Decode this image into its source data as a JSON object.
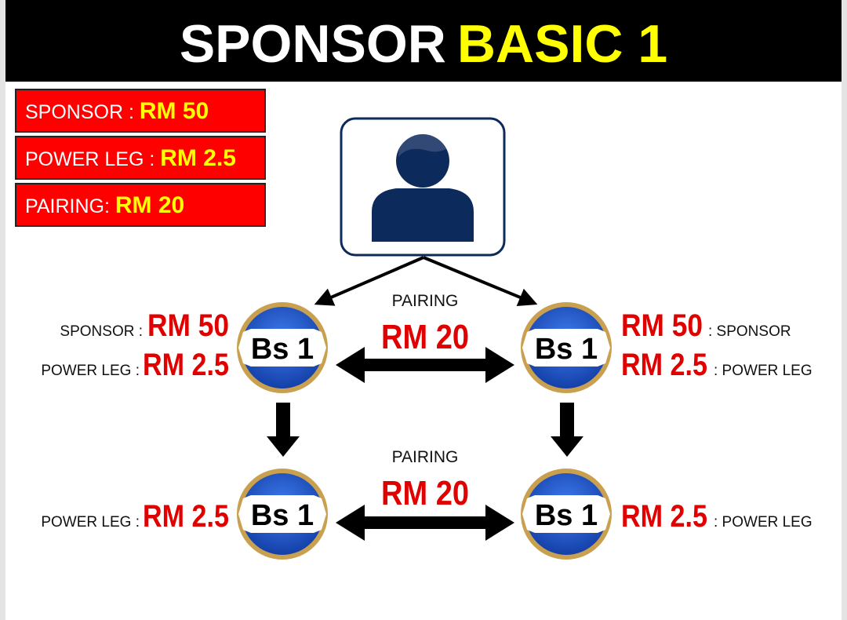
{
  "title": {
    "part1": "SPONSOR",
    "part2": "BASIC 1"
  },
  "summary": [
    {
      "label": "SPONSOR : ",
      "value": "RM 50"
    },
    {
      "label": "POWER LEG : ",
      "value": "RM 2.5"
    },
    {
      "label": "PAIRING: ",
      "value": "RM 20"
    }
  ],
  "nodes": {
    "label": "Bs 1"
  },
  "top_left": {
    "sponsor_label": "SPONSOR :",
    "sponsor_value": "RM 50",
    "power_label": "POWER LEG :",
    "power_value": "RM 2.5"
  },
  "top_right": {
    "sponsor_label": ": SPONSOR",
    "sponsor_value": "RM 50",
    "power_label": ": POWER LEG",
    "power_value": "RM 2.5"
  },
  "bottom_left": {
    "power_label": "POWER LEG :",
    "power_value": "RM 2.5"
  },
  "bottom_right": {
    "power_label": ": POWER LEG",
    "power_value": "RM 2.5"
  },
  "pairing_top": {
    "label": "PAIRING",
    "value": "RM 20"
  },
  "pairing_bottom": {
    "label": "PAIRING",
    "value": "RM 20"
  },
  "colors": {
    "red": "#ff0000",
    "yellow": "#ffff00",
    "navy": "#0d2a5c",
    "blue": "#1f57d6",
    "gold": "#c9a050"
  }
}
